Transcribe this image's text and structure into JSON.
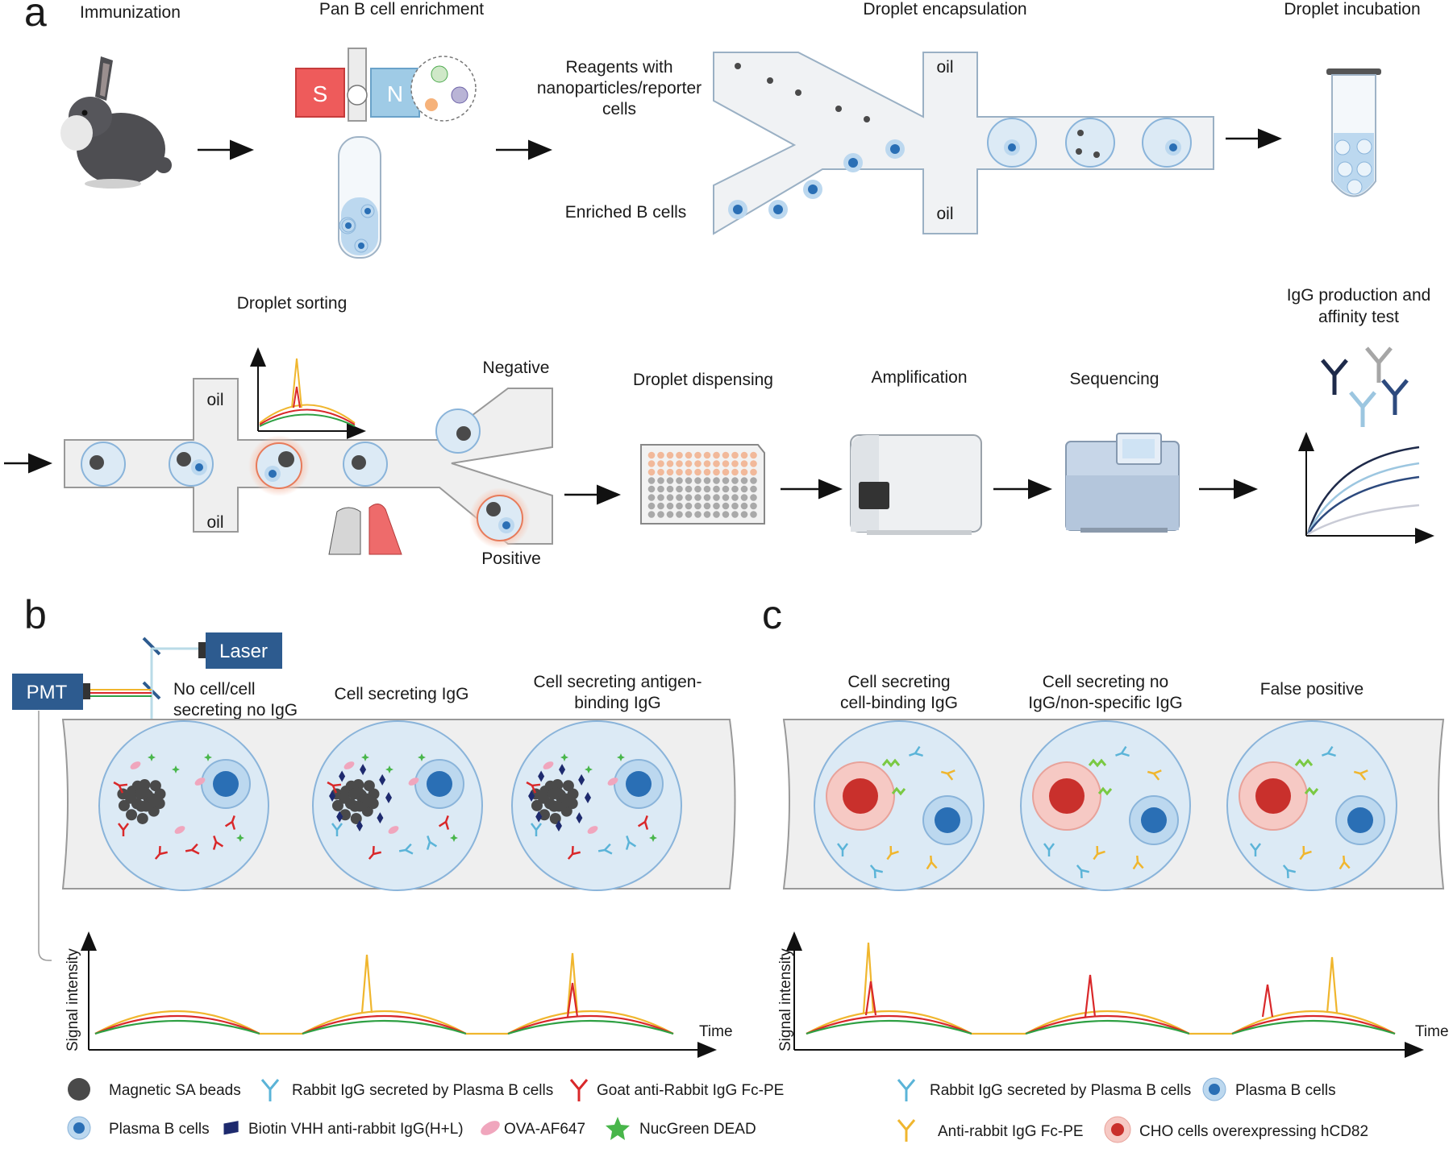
{
  "panel_a": {
    "letter": "a",
    "steps": {
      "immunization": "Immunization",
      "enrichment": "Pan B cell enrichment",
      "encapsulation": "Droplet encapsulation",
      "incubation": "Droplet incubation",
      "sorting": "Droplet sorting",
      "dispensing": "Droplet dispensing",
      "amplification": "Amplification",
      "sequencing": "Sequencing",
      "igg_test_line1": "IgG production and",
      "igg_test_line2": "affinity test"
    },
    "magnet_s": "S",
    "magnet_n": "N",
    "reagents_line1": "Reagents with",
    "reagents_line2": "nanoparticles/reporter",
    "reagents_line3": "cells",
    "enriched": "Enriched B cells",
    "oil": "oil",
    "negative": "Negative",
    "positive": "Positive"
  },
  "panel_b": {
    "letter": "b",
    "laser": "Laser",
    "pmt": "PMT",
    "droplets": [
      {
        "line1": "No cell/cell",
        "line2": "secreting no IgG"
      },
      {
        "line1": "Cell secreting IgG",
        "line2": ""
      },
      {
        "line1": "Cell secreting antigen-",
        "line2": "binding IgG"
      }
    ],
    "ylabel": "Signal intensity",
    "xlabel": "Time",
    "legend": [
      "Magnetic SA beads",
      "Rabbit IgG secreted by Plasma B cells",
      "Goat anti-Rabbit IgG Fc-PE",
      "Plasma B cells",
      "Biotin VHH anti-rabbit IgG(H+L)",
      "OVA-AF647",
      "NucGreen DEAD"
    ]
  },
  "panel_c": {
    "letter": "c",
    "droplets": [
      {
        "line1": "Cell secreting",
        "line2": "cell-binding IgG"
      },
      {
        "line1": "Cell secreting no",
        "line2": "IgG/non-specific IgG"
      },
      {
        "line1": "False positive",
        "line2": ""
      }
    ],
    "ylabel": "Signal intensity",
    "xlabel": "Time",
    "legend": [
      "Rabbit IgG secreted by Plasma B cells",
      "Plasma B cells",
      "Anti-rabbit IgG Fc-PE",
      "CHO cells overexpressing hCD82"
    ]
  },
  "colors": {
    "channel": "#efefef",
    "droplet": "#dceaf5",
    "plasma_cell": "#2a6fb5",
    "bead": "#4a4a4a",
    "pe_red": "#d9282a",
    "pe_yellow": "#f0b62e",
    "green": "#2ea043",
    "instrument_blue": "#2d5b8f"
  }
}
